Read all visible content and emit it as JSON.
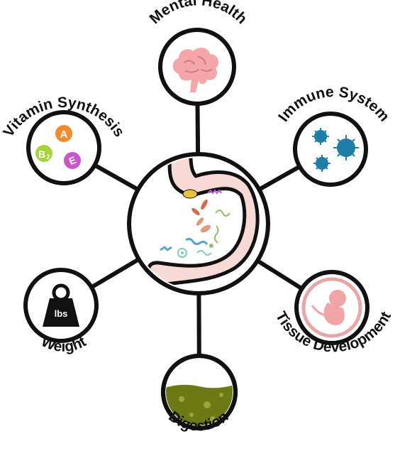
{
  "diagram": {
    "center": {
      "name": "gut-microbiome"
    },
    "nodes": [
      {
        "key": "mental_health",
        "label": "Mental Health",
        "icon": "brain-icon"
      },
      {
        "key": "immune_system",
        "label": "Immune System",
        "icon": "virus-icon"
      },
      {
        "key": "tissue_development",
        "label": "Tissue Development",
        "icon": "fetus-icon"
      },
      {
        "key": "digestion",
        "label": "Digestion",
        "icon": "stomach-fluid-icon"
      },
      {
        "key": "weight",
        "label": "Weight",
        "icon": "kettlebell-weight-icon"
      },
      {
        "key": "vitamin_synthesis",
        "label": "Vitamin Synthesis",
        "icon": "vitamin-pills-icon"
      }
    ],
    "vitamins": [
      "A",
      "B",
      "2",
      "E"
    ],
    "weight_unit": "lbs",
    "colors": {
      "outline": "#111111",
      "stomach": "#f7d9d6",
      "brain": "#f4a7a8",
      "virus": "#1e7ea6",
      "fetus_ring": "#e9a6a6",
      "fetus": "#f0a5a6",
      "digestion_fluid": "#6c7a16",
      "vitamin_a": "#f28a2e",
      "vitamin_b": "#a6d33b",
      "vitamin_e": "#c957c9"
    }
  }
}
